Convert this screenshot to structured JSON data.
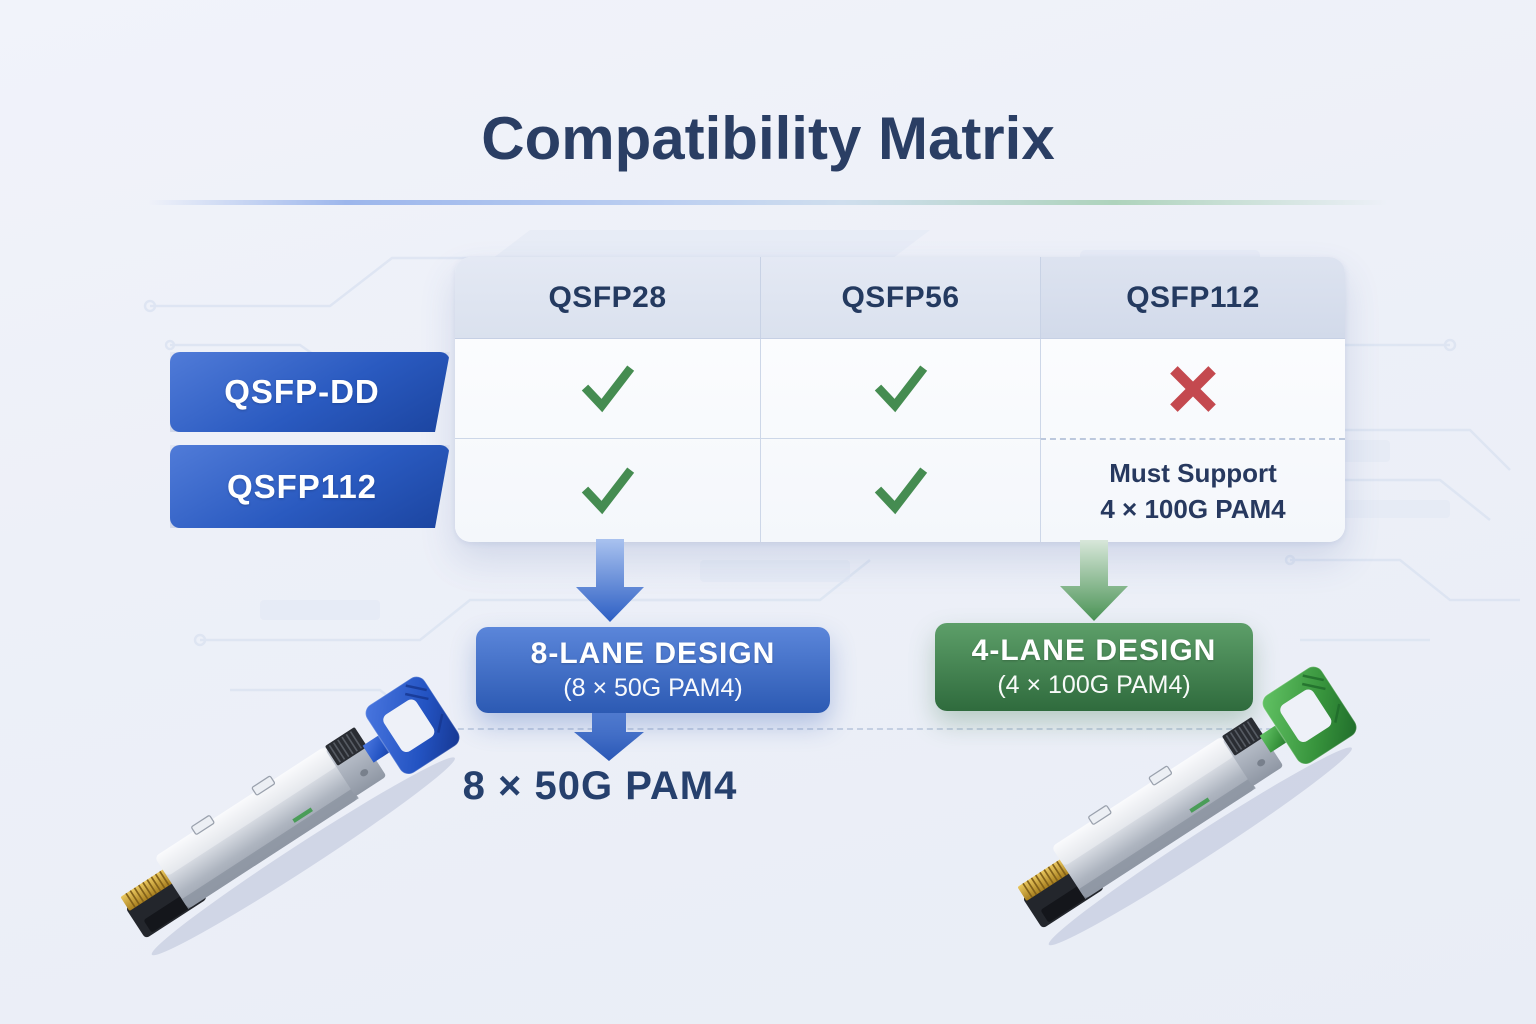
{
  "title": "Compatibility Matrix",
  "table": {
    "columns": [
      "QSFP28",
      "QSFP56",
      "QSFP112"
    ],
    "rows": [
      {
        "label": "QSFP-DD",
        "cells": [
          "check",
          "check",
          "cross"
        ]
      },
      {
        "label": "QSFP112",
        "cells": [
          "check",
          "check",
          "note"
        ],
        "note": [
          "Must Support",
          "4 × 100G PAM4"
        ]
      }
    ]
  },
  "flows": [
    {
      "name": "8-lane",
      "accent": "#2c5ab3",
      "box_title": "8-LANE DESIGN",
      "box_subtitle": "(8 × 50G PAM4)",
      "result": "8 × 50G PAM4"
    },
    {
      "name": "4-lane",
      "accent": "#2f6b3d",
      "box_title": "4-LANE DESIGN",
      "box_subtitle": "(4 × 100G PAM4)"
    }
  ],
  "modules": [
    {
      "id": "qsfp-dd-module",
      "tab_color": "#2353c2"
    },
    {
      "id": "qsfp112-module",
      "tab_color": "#37933c"
    }
  ],
  "colors": {
    "title_navy": "#2a3e64",
    "check_green": "#458c51",
    "cross_red": "#c4494f",
    "label_blue": "#2a5ac0",
    "background": "#edf0f8"
  }
}
